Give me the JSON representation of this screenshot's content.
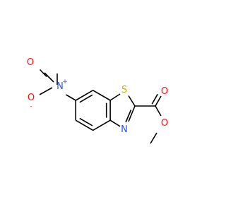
{
  "colors": {
    "carbon_bond": "#000000",
    "nitrogen": "#3050F8",
    "oxygen": "#FF0D0D",
    "sulfur": "#C6B000"
  },
  "molecule": {
    "atoms": {
      "S": "S",
      "N_ring": "N",
      "N_nitro": "N",
      "nitro_charge": "+",
      "O_nitro_1": "O",
      "O_nitro_2": "O",
      "O_nitro_2_charge": "-",
      "O_carbonyl": "O",
      "O_ester": "O"
    }
  }
}
